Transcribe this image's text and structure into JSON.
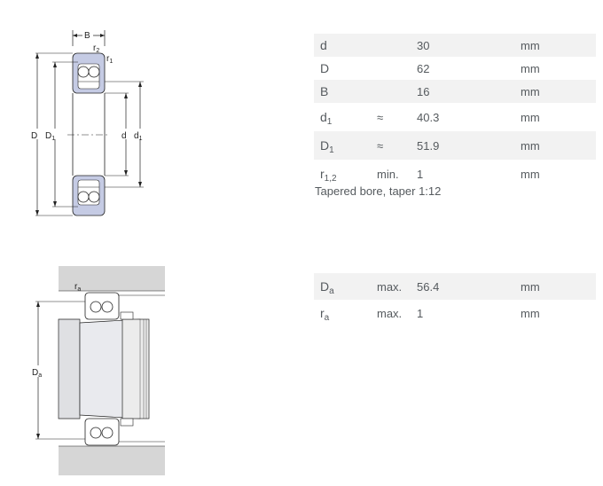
{
  "dimensions": {
    "rows": [
      {
        "symbol": "d",
        "sub": "",
        "qualifier": "",
        "value": "30",
        "unit": "mm"
      },
      {
        "symbol": "D",
        "sub": "",
        "qualifier": "",
        "value": "62",
        "unit": "mm"
      },
      {
        "symbol": "B",
        "sub": "",
        "qualifier": "",
        "value": "16",
        "unit": "mm"
      },
      {
        "symbol": "d",
        "sub": "1",
        "qualifier": "≈",
        "value": "40.3",
        "unit": "mm"
      },
      {
        "symbol": "D",
        "sub": "1",
        "qualifier": "≈",
        "value": "51.9",
        "unit": "mm"
      },
      {
        "symbol": "r",
        "sub": "1,2",
        "qualifier": "min.",
        "value": "1",
        "unit": "mm"
      }
    ],
    "note": "Tapered bore, taper 1:12"
  },
  "abutment": {
    "rows": [
      {
        "symbol": "D",
        "sub": "a",
        "qualifier": "max.",
        "value": "56.4",
        "unit": "mm"
      },
      {
        "symbol": "r",
        "sub": "a",
        "qualifier": "max.",
        "value": "1",
        "unit": "mm"
      }
    ]
  },
  "drawing_labels": {
    "B": "B",
    "r2": "r",
    "r2_sub": "2",
    "r1": "r",
    "r1_sub": "1",
    "D": "D",
    "D1": "D",
    "D1_sub": "1",
    "d": "d",
    "d1": "d",
    "d1_sub": "1",
    "ra": "r",
    "ra_sub": "a",
    "Da": "D",
    "Da_sub": "a"
  },
  "colors": {
    "ring_fill": "#c5cbe4",
    "housing_fill": "#d6d6d6",
    "row_stripe": "#f2f2f2",
    "text": "#555a5e"
  }
}
